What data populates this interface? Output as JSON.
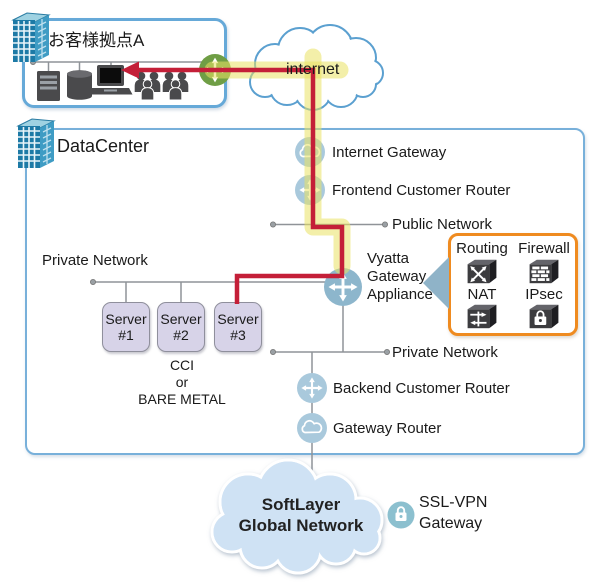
{
  "customer_site": {
    "title": "お客様拠点A"
  },
  "internet": {
    "label": "internet"
  },
  "datacenter": {
    "title": "DataCenter",
    "internet_gateway_label": "Internet Gateway",
    "frontend_router_label": "Frontend Customer Router",
    "public_network_label": "Public Network",
    "private_network_top_label": "Private Network",
    "private_network_bottom_label": "Private Network",
    "backend_router_label": "Backend Customer Router",
    "gateway_router_label": "Gateway Router",
    "vyatta": {
      "line1": "Vyatta",
      "line2": "Gateway",
      "line3": "Appliance"
    },
    "servers": [
      {
        "line1": "Server",
        "line2": "#1"
      },
      {
        "line1": "Server",
        "line2": "#2"
      },
      {
        "line1": "Server",
        "line2": "#3"
      }
    ],
    "server_caption": {
      "line1": "CCI",
      "line2": "or",
      "line3": "BARE METAL"
    },
    "callout": {
      "routing_label": "Routing",
      "firewall_label": "Firewall",
      "nat_label": "NAT",
      "ipsec_label": "IPsec"
    }
  },
  "softlayer": {
    "line1": "SoftLayer",
    "line2": "Global Network"
  },
  "sslvpn": {
    "line1": "SSL-VPN",
    "line2": "Gateway"
  },
  "icons": {
    "router_node": "four-way-arrows-circle",
    "internet_gateway": "cloud-circle",
    "gateway_router": "cloud-circle",
    "ssl_vpn": "padlock-circle",
    "routing": "crossed-arrows-cube",
    "firewall": "brick-wall-cube",
    "nat": "translation-arrows-cube",
    "ipsec": "padlock-cube",
    "building": "office-building-3d",
    "customer_lan": "server-database-laptop-users"
  },
  "colors": {
    "box_border_blue": "#66a9d8",
    "callout_border_orange": "#ef8b20",
    "path_red": "#c41f38",
    "path_highlight_yellow": "#e9e163",
    "node_circle_blue": "#a9c9dc",
    "vyatta_circle_blue": "#8db6cc",
    "router_green": "#6f9e45",
    "server_box_fill": "#d7d3e8",
    "softlayer_cloud_fill": "#cfe2f4",
    "dark_icon": "#3c3c3f",
    "building_teal": "#1d7aa6"
  }
}
